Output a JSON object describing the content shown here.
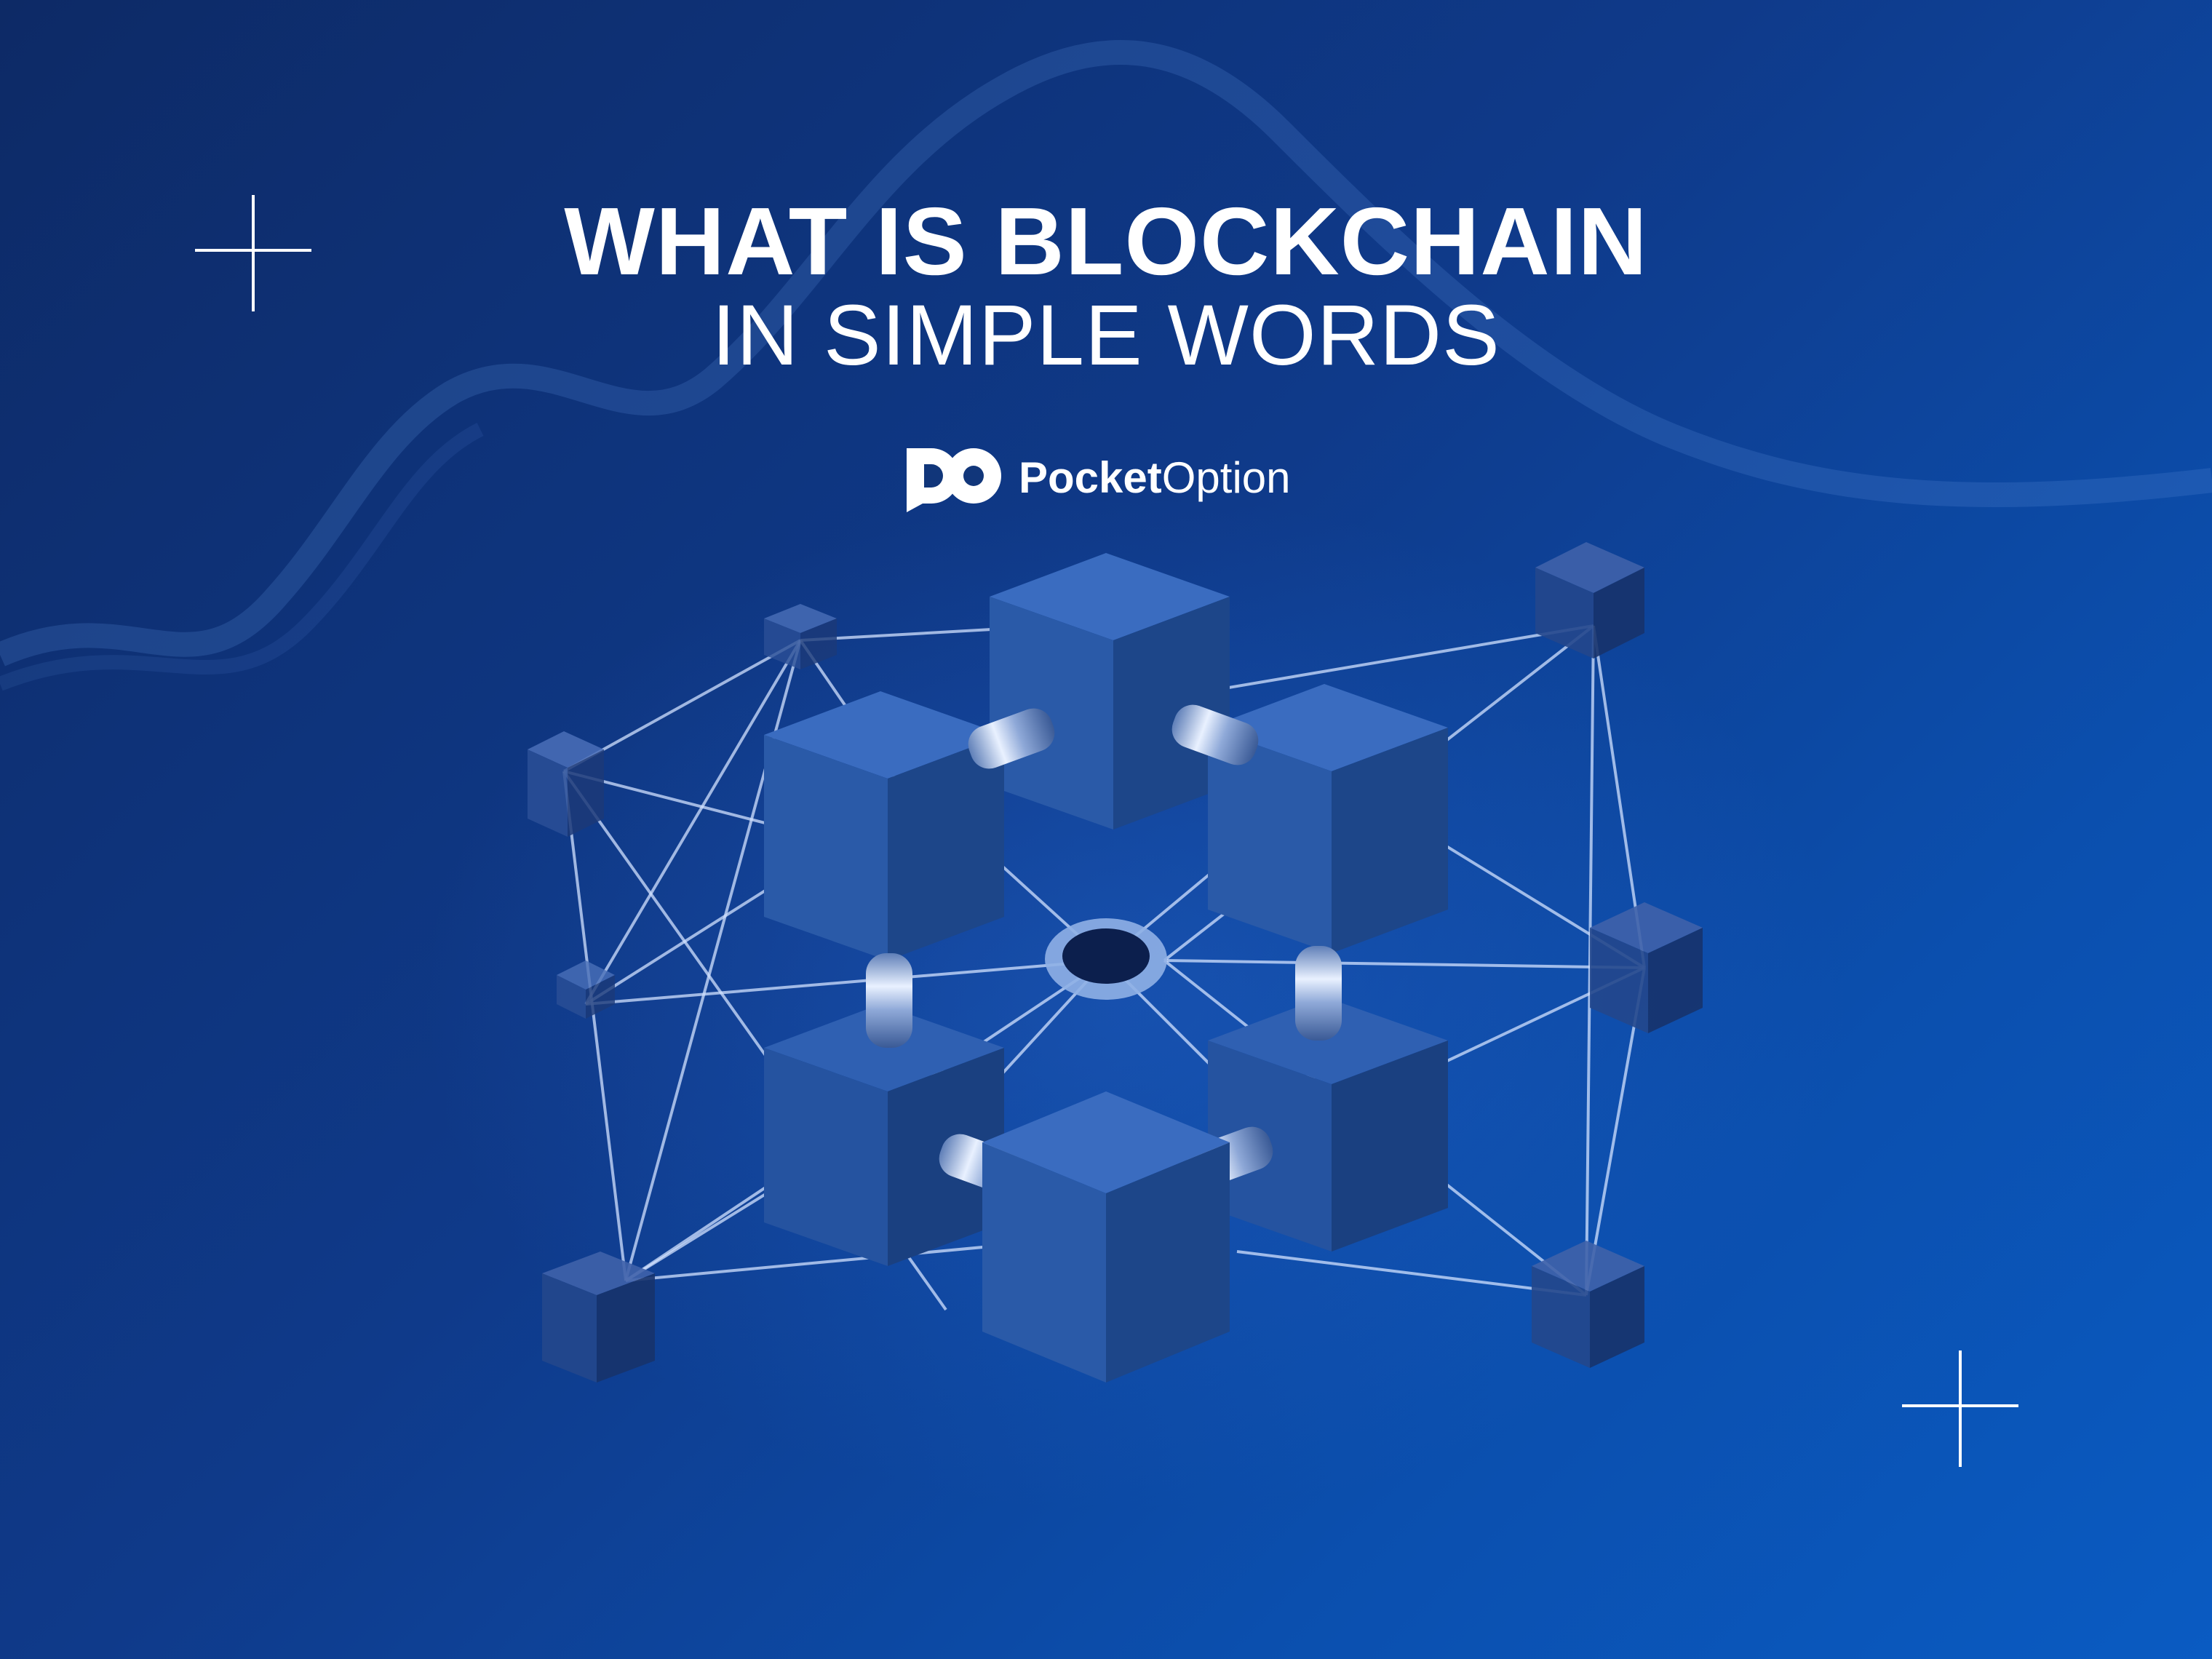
{
  "headline": {
    "line1": "WHAT IS BLOCKCHAIN",
    "line2": "IN SIMPLE WORDS"
  },
  "brand": {
    "name_bold": "Pocket",
    "name_regular": "Option",
    "icon": "pocketoption-logo-mark"
  },
  "decor": {
    "plus_icon": "plus-icon",
    "illustration": "blockchain-network-cubes"
  },
  "colors": {
    "background_dark": "#0d2a66",
    "background_light": "#0a5bc2",
    "cube_face": "#1f4f9e",
    "text": "#ffffff"
  }
}
